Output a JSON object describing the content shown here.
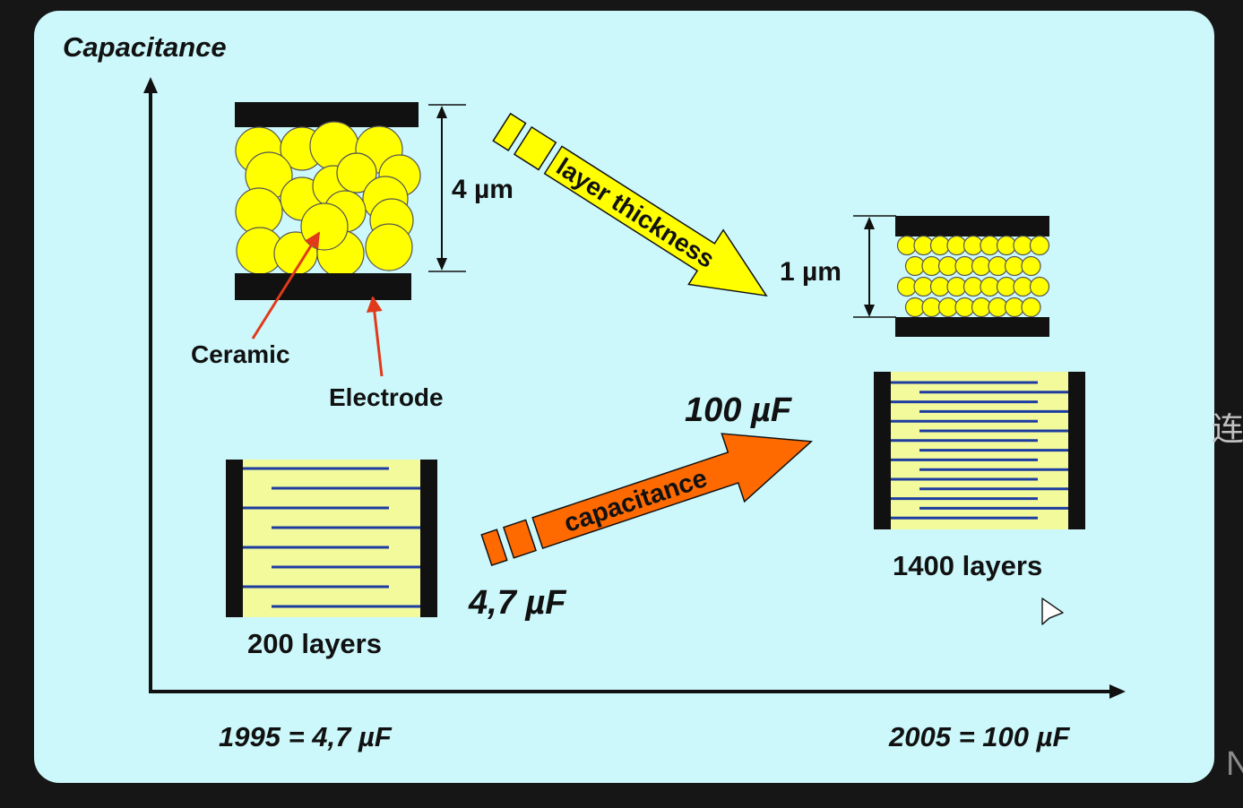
{
  "labels": {
    "y_axis": "Capacitance",
    "thick_dim": "4 µm",
    "thin_dim": "1 µm",
    "thickness_arrow": "layer thickness",
    "ceramic": "Ceramic",
    "electrode": "Electrode",
    "cap_arrow": "capacitance",
    "cap_high": "100 µF",
    "cap_low": "4,7 µF",
    "layers_low": "200 layers",
    "layers_high": "1400 layers",
    "year_1995": "1995 = 4,7 µF",
    "year_2005": "2005 = 100 µF"
  },
  "edge_text": {
    "right_glyph": "连",
    "corner_letter": "N"
  },
  "colors": {
    "background": "#ccf8fb",
    "ceramic_ball": "#ffff00",
    "electrode": "#111111",
    "layer_fill": "#f3fa9c",
    "electrode_line": "#1e3ca0",
    "thickness_arrow": "#ffff00",
    "capacitance_arrow": "#ff6a00",
    "pointer": "#e03a1a"
  }
}
